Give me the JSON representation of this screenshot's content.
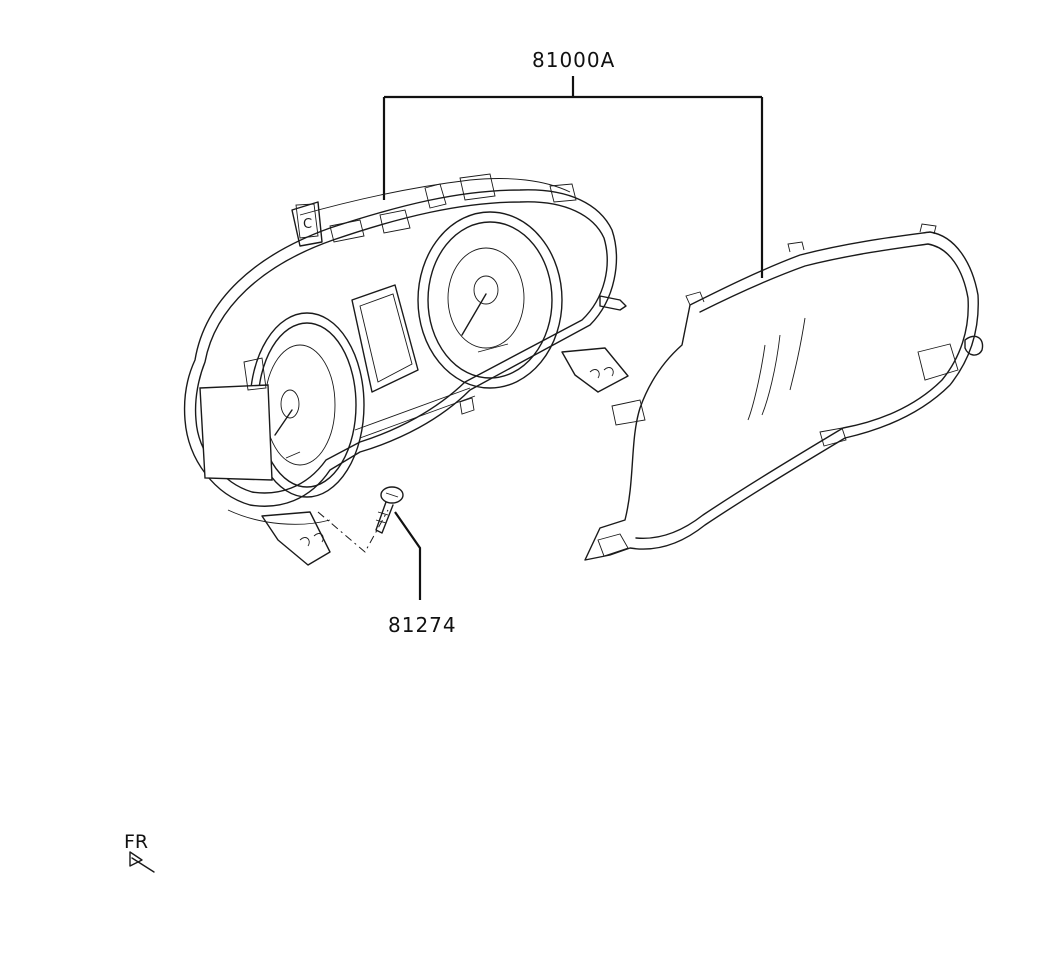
{
  "callouts": {
    "assembly": "81000A",
    "screw": "81274",
    "front_marker": "FR"
  },
  "parts": [
    {
      "name": "cluster-assembly-icon"
    },
    {
      "name": "cluster-lens-cover-icon"
    },
    {
      "name": "screw-icon"
    }
  ]
}
